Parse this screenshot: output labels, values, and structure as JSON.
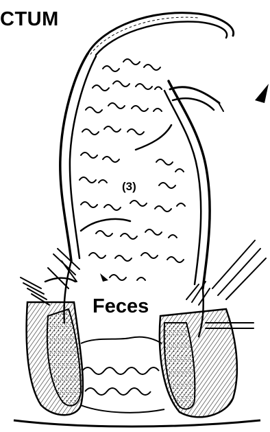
{
  "labels": {
    "title_fragment": "CTUM",
    "region_number": "(3)",
    "feces_label": "Feces"
  },
  "colors": {
    "ink": "#000000",
    "paper": "#ffffff",
    "shade": "#bdbdbd"
  }
}
